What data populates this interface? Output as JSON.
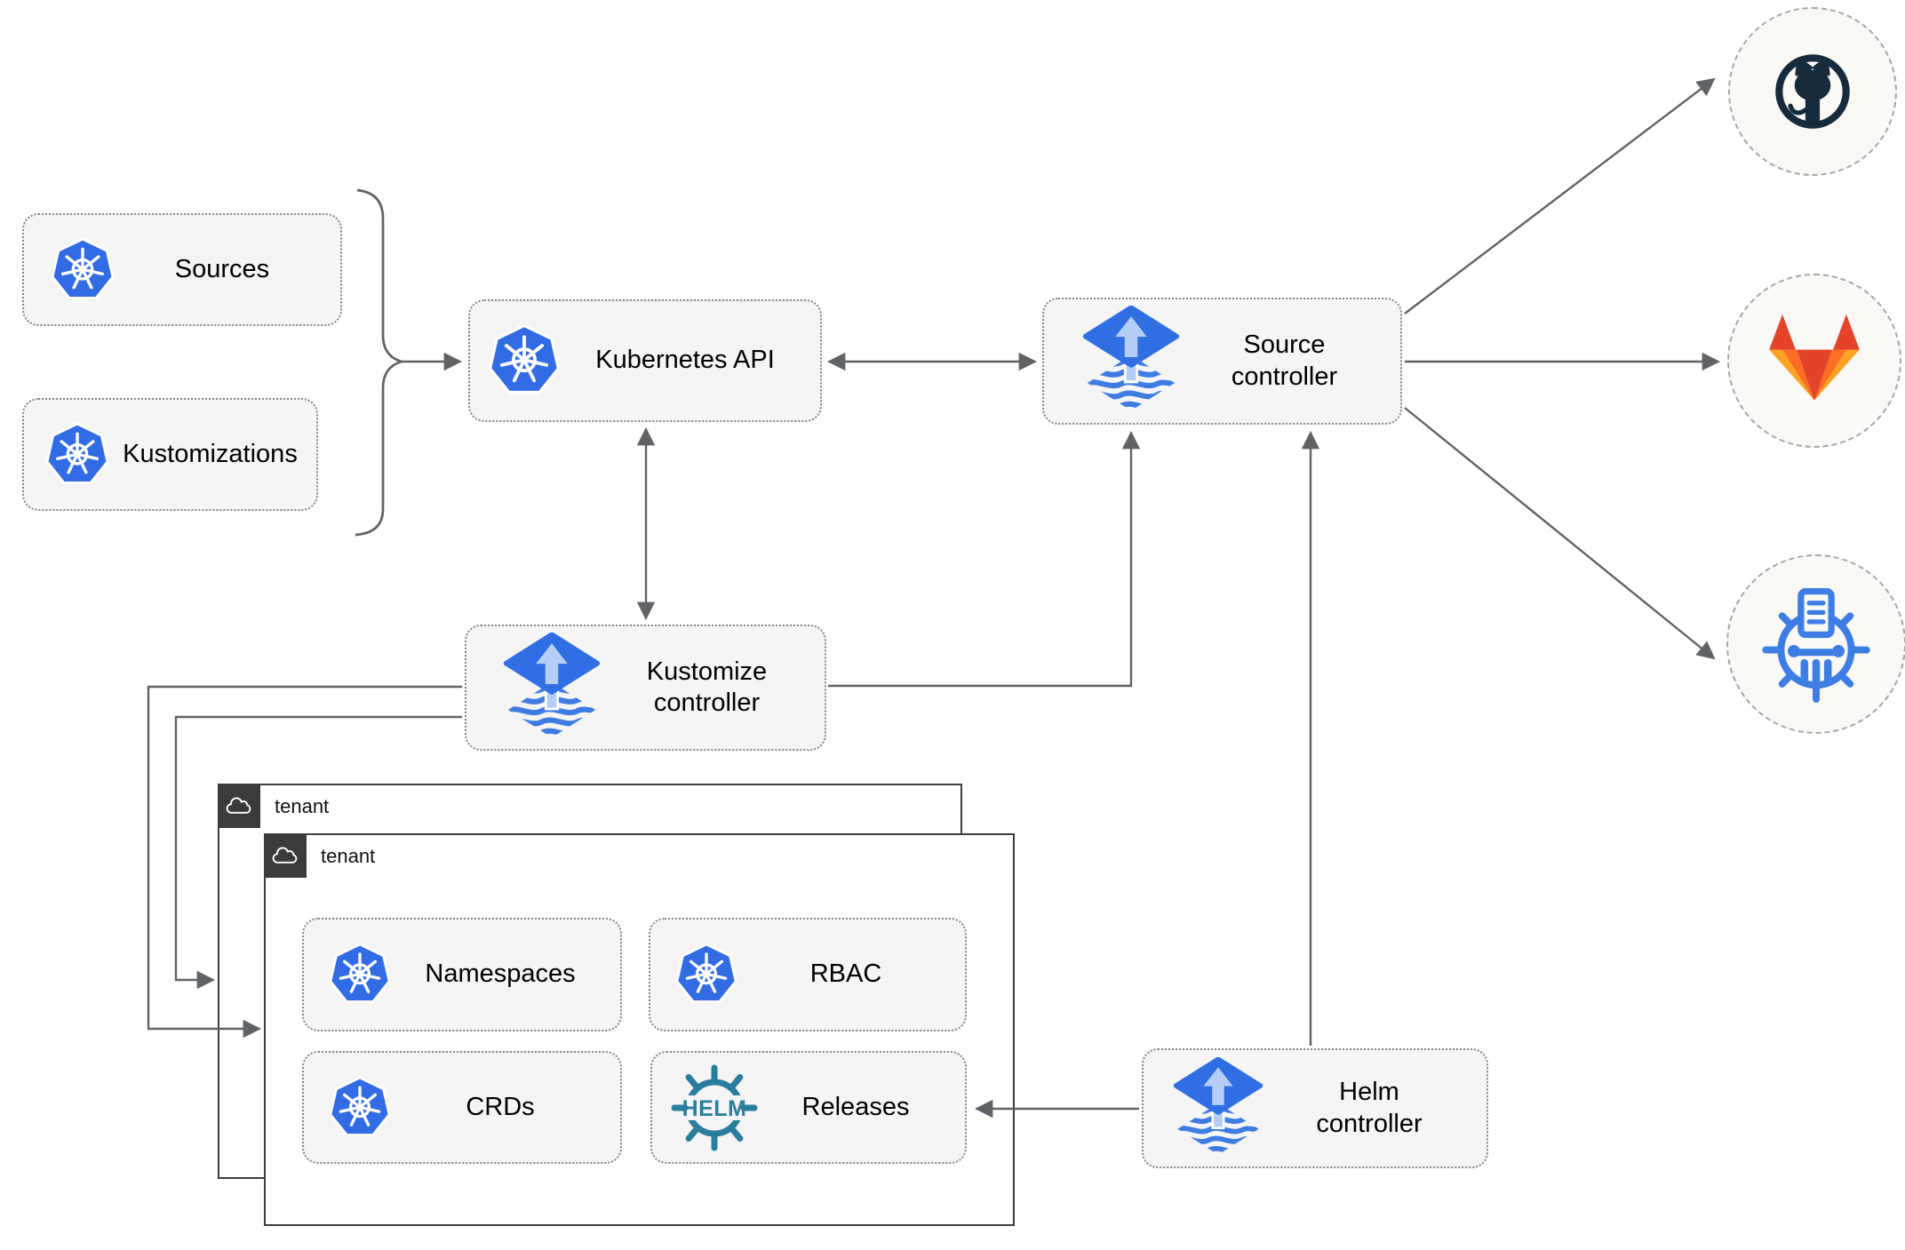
{
  "nodes": {
    "sources": {
      "label": "Sources"
    },
    "kustomizations": {
      "label": "Kustomizations"
    },
    "kubernetes_api": {
      "label": "Kubernetes API"
    },
    "source_controller": {
      "label": "Source controller"
    },
    "kustomize_controller": {
      "label": "Kustomize controller"
    },
    "helm_controller": {
      "label": "Helm controller"
    },
    "namespaces": {
      "label": "Namespaces"
    },
    "rbac": {
      "label": "RBAC"
    },
    "crds": {
      "label": "CRDs"
    },
    "releases": {
      "label": "Releases"
    }
  },
  "groups": {
    "tenant_back": {
      "label": "tenant"
    },
    "tenant_front": {
      "label": "tenant"
    }
  },
  "icons": {
    "helm_wordmark": "HELM",
    "endpoint_1": "github-logo",
    "endpoint_2": "gitlab-logo",
    "endpoint_3": "chartmuseum-logo"
  },
  "colors": {
    "kubernetes_blue": "#326ce5",
    "flux_blue": "#2f6ee3",
    "flux_light_blue": "#b5cef8",
    "helm_teal": "#2b7d9e",
    "github_dark": "#172b3c",
    "gitlab_red": "#e24329",
    "gitlab_orange": "#fc6d26",
    "gitlab_yellow": "#fca326",
    "chartmuseum_blue": "#3d7de4",
    "node_fill": "#f5f5f5",
    "connector_gray": "#5f6368",
    "tenant_border": "#3e3e3e"
  }
}
